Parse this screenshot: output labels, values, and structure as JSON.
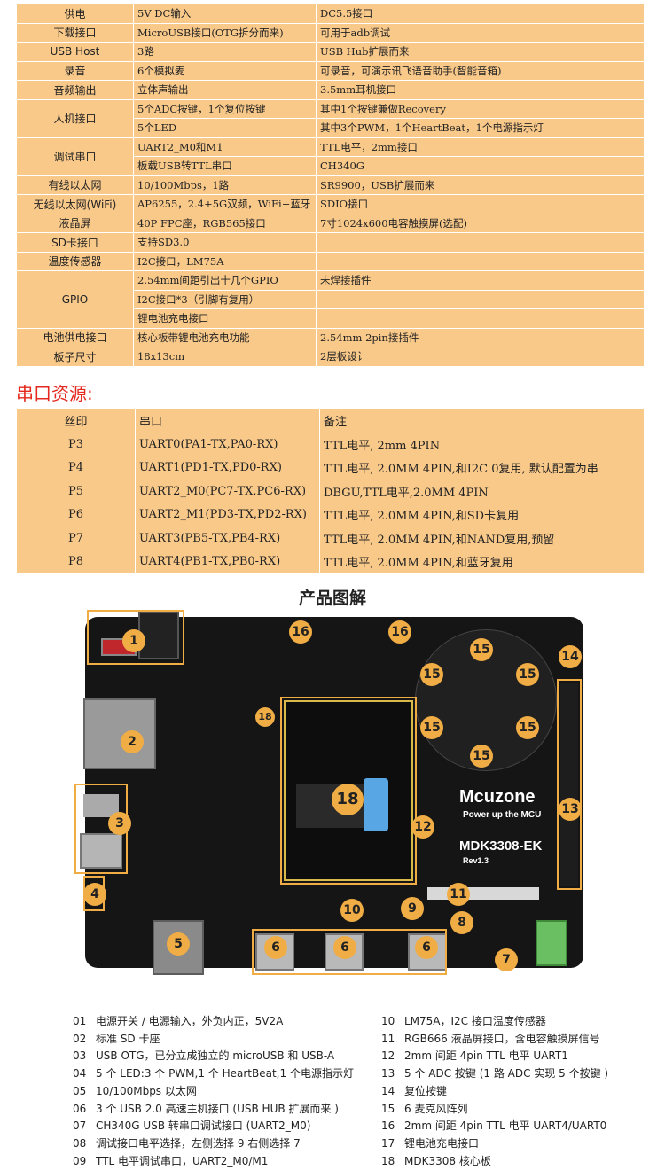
{
  "spec_rows": [
    {
      "h": "供电",
      "b": "5V DC输入",
      "c": "DC5.5接口"
    },
    {
      "h": "下载接口",
      "b": "MicroUSB接口(OTG拆分而来)",
      "c": "可用于adb调试"
    },
    {
      "h": "USB Host",
      "b": "3路",
      "c": "USB Hub扩展而来"
    },
    {
      "h": "录音",
      "b": "6个模拟麦",
      "c": "可录音，可演示讯飞语音助手(智能音箱)"
    },
    {
      "h": "音频输出",
      "b": "立体声输出",
      "c": "3.5mm耳机接口"
    },
    {
      "h": "人机接口",
      "b": "5个ADC按键，1个复位按键",
      "c": "其中1个按键兼做Recovery"
    },
    {
      "b": "5个LED",
      "c": "其中3个PWM，1个HeartBeat，1个电源指示灯"
    },
    {
      "h": "调试串口",
      "b": "UART2_M0和M1",
      "c": "TTL电平，2mm接口"
    },
    {
      "b": "板载USB转TTL串口",
      "c": "CH340G"
    },
    {
      "h": "有线以太网",
      "b": "10/100Mbps，1路",
      "c": "SR9900，USB扩展而来"
    },
    {
      "h": "无线以太网(WiFi)",
      "b": "AP6255，2.4+5G双频，WiFi+蓝牙",
      "c": "SDIO接口"
    },
    {
      "h": "液晶屏",
      "b": "40P FPC座，RGB565接口",
      "c": "7寸1024x600电容触摸屏(选配)"
    },
    {
      "h": "SD卡接口",
      "b": "支持SD3.0",
      "c": ""
    },
    {
      "h": "温度传感器",
      "b": "I2C接口，LM75A",
      "c": ""
    },
    {
      "h": "GPIO",
      "b": "2.54mm间距引出十几个GPIO",
      "c": "未焊接插件"
    },
    {
      "b": "I2C接口*3（引脚有复用）",
      "c": ""
    },
    {
      "b": "锂电池充电接口",
      "c": ""
    },
    {
      "h": "电池供电接口",
      "b": "核心板带锂电池充电功能",
      "c": "2.54mm 2pin接插件"
    },
    {
      "h": "板子尺寸",
      "b": "18x13cm",
      "c": "2层板设计"
    }
  ],
  "serial_title": "串口资源:",
  "serial_header": {
    "a": "丝印",
    "b": "串口",
    "c": "备注"
  },
  "serial_rows": [
    {
      "a": "P3",
      "b": "UART0(PA1-TX,PA0-RX)",
      "c": "TTL电平, 2mm 4PIN"
    },
    {
      "a": "P4",
      "b": "UART1(PD1-TX,PD0-RX)",
      "c": "TTL电平, 2.0MM 4PIN,和I2C 0复用, 默认配置为串"
    },
    {
      "a": "P5",
      "b": "UART2_M0(PC7-TX,PC6-RX)",
      "c": "DBGU,TTL电平,2.0MM 4PIN"
    },
    {
      "a": "P6",
      "b": "UART2_M1(PD3-TX,PD2-RX)",
      "c": "TTL电平, 2.0MM 4PIN,和SD卡复用"
    },
    {
      "a": "P7",
      "b": "UART3(PB5-TX,PB4-RX)",
      "c": "TTL电平, 2.0MM 4PIN,和NAND复用,预留"
    },
    {
      "a": "P8",
      "b": "UART4(PB1-TX,PB0-RX)",
      "c": "TTL电平, 2.0MM 4PIN,和蓝牙复用"
    }
  ],
  "picture_title": "产品图解",
  "board": {
    "brand": "Mcuzone",
    "slogan": "Power up the MCU",
    "model": "MDK3308-EK",
    "rev": "Rev1.3",
    "badges": {
      "b1": "1",
      "b2": "2",
      "b3": "3",
      "b4": "4",
      "b5": "5",
      "b6a": "6",
      "b6b": "6",
      "b6c": "6",
      "b7": "7",
      "b8": "8",
      "b9": "9",
      "b10": "10",
      "b11": "11",
      "b12": "12",
      "b13": "13",
      "b14": "14",
      "b15a": "15",
      "b15b": "15",
      "b15c": "15",
      "b15d": "15",
      "b15e": "15",
      "b15f": "15",
      "b16a": "16",
      "b16b": "16",
      "b18a": "18",
      "b18b": "18"
    }
  },
  "legend_left": [
    {
      "n": "01",
      "t": "电源开关 / 电源输入，外负内正，5V2A"
    },
    {
      "n": "02",
      "t": "标准 SD 卡座"
    },
    {
      "n": "03",
      "t": "USB OTG，已分立成独立的 microUSB 和 USB-A"
    },
    {
      "n": "04",
      "t": "5 个 LED:3 个 PWM,1 个 HeartBeat,1 个电源指示灯"
    },
    {
      "n": "05",
      "t": "10/100Mbps 以太网"
    },
    {
      "n": "06",
      "t": "3 个 USB 2.0 高速主机接口 (USB HUB 扩展而来 )"
    },
    {
      "n": "07",
      "t": "CH340G USB 转串口调试接口 (UART2_M0)"
    },
    {
      "n": "08",
      "t": "调试接口电平选择，左侧选择 9 右侧选择 7"
    },
    {
      "n": "09",
      "t": "TTL 电平调试串口，UART2_M0/M1"
    }
  ],
  "legend_right": [
    {
      "n": "10",
      "t": "LM75A，I2C 接口温度传感器"
    },
    {
      "n": "11",
      "t": "RGB666 液晶屏接口，含电容触摸屏信号"
    },
    {
      "n": "12",
      "t": "2mm 间距 4pin TTL 电平    UART1"
    },
    {
      "n": "13",
      "t": "5 个 ADC 按键 (1 路 ADC 实现 5 个按键 )"
    },
    {
      "n": "14",
      "t": "复位按键"
    },
    {
      "n": "15",
      "t": "6 麦克风阵列"
    },
    {
      "n": "16",
      "t": "2mm 间距 4pin TTL 电平 UART4/UART0"
    },
    {
      "n": "17",
      "t": "锂电池充电接口"
    },
    {
      "n": "18",
      "t": "MDK3308 核心板"
    }
  ]
}
